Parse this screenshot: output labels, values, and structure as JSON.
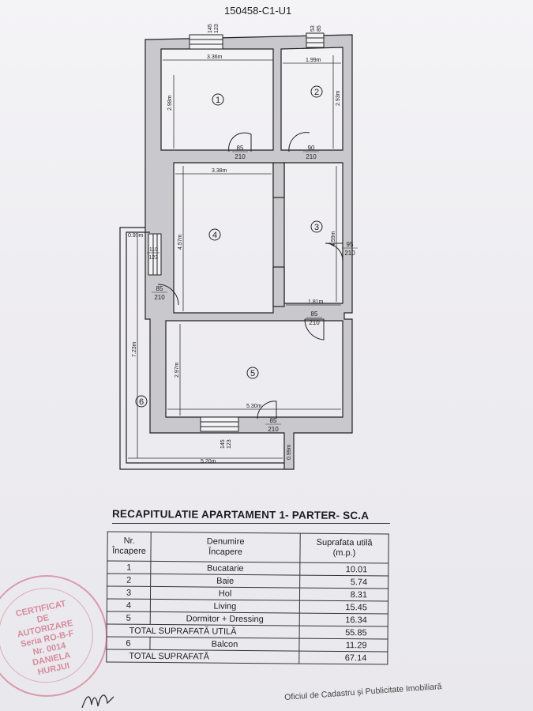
{
  "header": {
    "code": "150458-C1-U1"
  },
  "plan": {
    "rooms": [
      {
        "number": "1",
        "width": "3.36m",
        "height": "2.98m"
      },
      {
        "number": "2",
        "width": "1.99m",
        "height": "2.93m"
      },
      {
        "number": "3",
        "height": "4.59m",
        "hall_width": "1.81m"
      },
      {
        "number": "4",
        "width": "3.38m",
        "height": "4.57m"
      },
      {
        "number": "5",
        "width": "5.30m",
        "height": "2.97m"
      },
      {
        "number": "6",
        "width": "5.20m",
        "height": "7.23m"
      }
    ],
    "small_dims": {
      "left_strip": "0.99m",
      "bottom_strip": "0.99m"
    },
    "windows": [
      {
        "top": "145",
        "bottom": "123"
      },
      {
        "top": "53",
        "bottom": "85"
      },
      {
        "top": "110",
        "bottom": "123"
      },
      {
        "top": "145",
        "bottom": "123"
      }
    ],
    "doors": [
      {
        "top": "85",
        "bottom": "210"
      },
      {
        "top": "90",
        "bottom": "210"
      },
      {
        "top": "95",
        "bottom": "210"
      },
      {
        "top": "85",
        "bottom": "210"
      },
      {
        "top": "85",
        "bottom": "210"
      },
      {
        "top": "85",
        "bottom": "210"
      }
    ]
  },
  "recap": {
    "title": "RECAPITULATIE APARTAMENT 1- PARTER- SC.A",
    "headers": {
      "nr": "Nr.\nÎncapere",
      "name": "Denumire\nÎncapere",
      "area": "Suprafata utilă\n(m.p.)"
    },
    "rows": [
      {
        "nr": "1",
        "name": "Bucatarie",
        "area": "10.01"
      },
      {
        "nr": "2",
        "name": "Baie",
        "area": "5.74"
      },
      {
        "nr": "3",
        "name": "Hol",
        "area": "8.31"
      },
      {
        "nr": "4",
        "name": "Living",
        "area": "15.45"
      },
      {
        "nr": "5",
        "name": "Dormitor + Dressing",
        "area": "16.34"
      }
    ],
    "total_useful": {
      "label": "TOTAL SUPRAFATĂ UTILĂ",
      "area": "55.85"
    },
    "balcony": {
      "nr": "6",
      "name": "Balcon",
      "area": "11.29"
    },
    "total": {
      "label": "TOTAL SUPRAFATĂ",
      "area": "67.14"
    }
  },
  "stamp": {
    "lines": [
      "CERTIFICAT",
      "DE",
      "AUTORIZARE",
      "Seria RO-B-F",
      "Nr. 0014",
      "DANIELA",
      "HURJUI"
    ]
  },
  "footer": {
    "office": "Oficiul de Cadastru și Publicitate Imobiliară"
  }
}
